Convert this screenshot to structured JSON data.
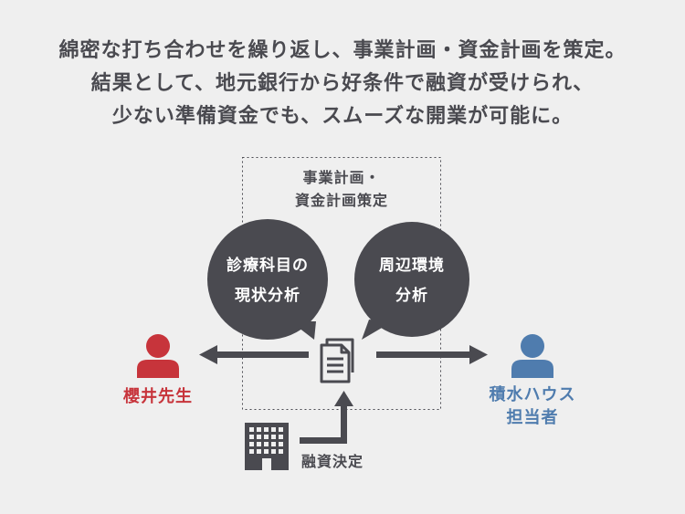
{
  "headline": {
    "line1": "綿密な打ち合わせを繰り返し、事業計画・資金計画を策定。",
    "line2": "結果として、地元銀行から好条件で融資が受けられ、",
    "line3": "少ない準備資金でも、スムーズな開業が可能に。"
  },
  "planning_box": {
    "title_line1": "事業計画・",
    "title_line2": "資金計画策定"
  },
  "bubble_left": {
    "line1": "診療科目の",
    "line2": "現状分析"
  },
  "bubble_right": {
    "line1": "周辺環境",
    "line2": "分析"
  },
  "person_left": {
    "name": "櫻井先生",
    "color": "#c7343b"
  },
  "person_right": {
    "line1": "積水ハウス",
    "line2": "担当者",
    "color": "#4f7cae"
  },
  "loan": {
    "label": "融資決定"
  },
  "icons": [
    "document-icon",
    "building-icon",
    "person-icon"
  ],
  "colors": {
    "background": "#efefef",
    "dark": "#4a4a50",
    "red": "#c7343b",
    "blue": "#4f7cae"
  }
}
